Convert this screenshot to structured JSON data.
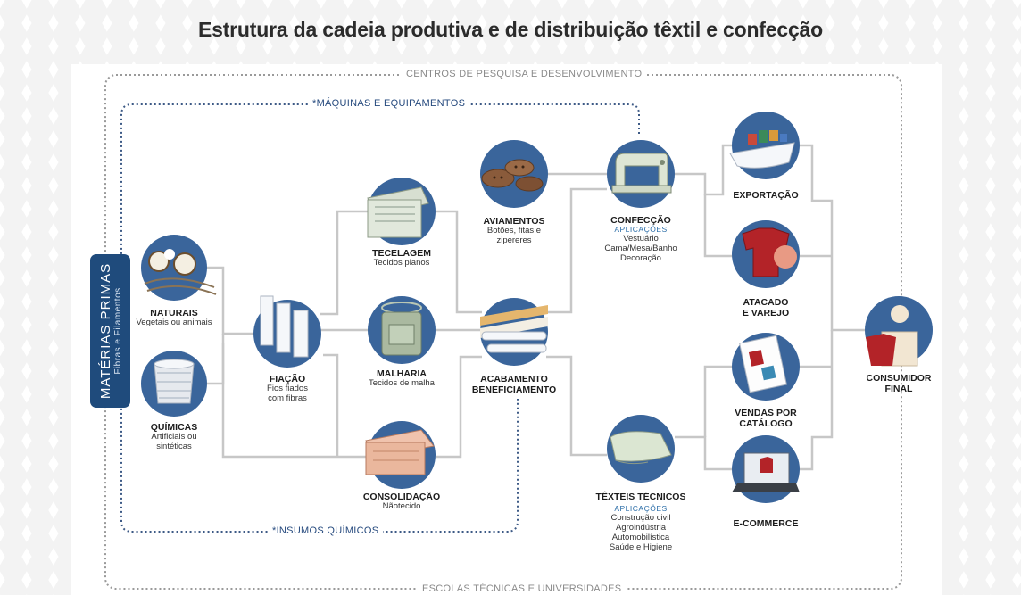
{
  "title": "Estrutura da cadeia produtiva e de distribuição têxtil e confecção",
  "frame": {
    "top": "CENTROS DE PESQUISA E DESENVOLVIMENTO",
    "bottom": "ESCOLAS TÉCNICAS E UNIVERSIDADES",
    "machines": "*MÁQUINAS E EQUIPAMENTOS",
    "chemicals": "*INSUMOS QUÍMICOS"
  },
  "materias": {
    "title": "MATÉRIAS PRIMAS",
    "subtitle": "Fibras e Filamentos"
  },
  "nodes": {
    "naturais": {
      "title": "NATURAIS",
      "sub": "Vegetais ou animais"
    },
    "quimicas": {
      "title": "QUÍMICAS",
      "sub1": "Artificiais ou",
      "sub2": "sintéticas"
    },
    "fiacao": {
      "title": "FIAÇÃO",
      "sub1": "Fios fiados",
      "sub2": "com fibras"
    },
    "tecelagem": {
      "title": "TECELAGEM",
      "sub": "Tecidos planos"
    },
    "malharia": {
      "title": "MALHARIA",
      "sub": "Tecidos de malha"
    },
    "consolidacao": {
      "title": "CONSOLIDAÇÃO",
      "sub": "Nãotecido"
    },
    "aviamentos": {
      "title": "AVIAMENTOS",
      "sub1": "Botões, fitas e",
      "sub2": "zipereres"
    },
    "acabamento": {
      "title1": "ACABAMENTO",
      "title2": "BENEFICIAMENTO"
    },
    "confeccao": {
      "title": "CONFECÇÃO",
      "apl": "APLICAÇÕES",
      "items": [
        "Vestuário",
        "Cama/Mesa/Banho",
        "Decoração"
      ]
    },
    "texteis": {
      "title": "TÊXTEIS TÉCNICOS",
      "apl": "APLICAÇÕES",
      "items": [
        "Construção civil",
        "Agroindústria",
        "Automobilística",
        "Saúde e Higiene"
      ]
    },
    "exportacao": {
      "title": "EXPORTAÇÃO"
    },
    "atacado": {
      "title1": "ATACADO",
      "title2": "E VAREJO"
    },
    "vendas": {
      "title1": "VENDAS POR",
      "title2": "CATÁLOGO"
    },
    "ecommerce": {
      "title": "E-COMMERCE"
    },
    "consumidor": {
      "title1": "CONSUMIDOR",
      "title2": "FINAL"
    }
  },
  "colors": {
    "circle": "#3a659b",
    "dark_blue": "#1f4b7c",
    "connector": "#c7c7c7",
    "frame_dots": "#9a9a9a",
    "inner_dots": "#3d5a86"
  }
}
